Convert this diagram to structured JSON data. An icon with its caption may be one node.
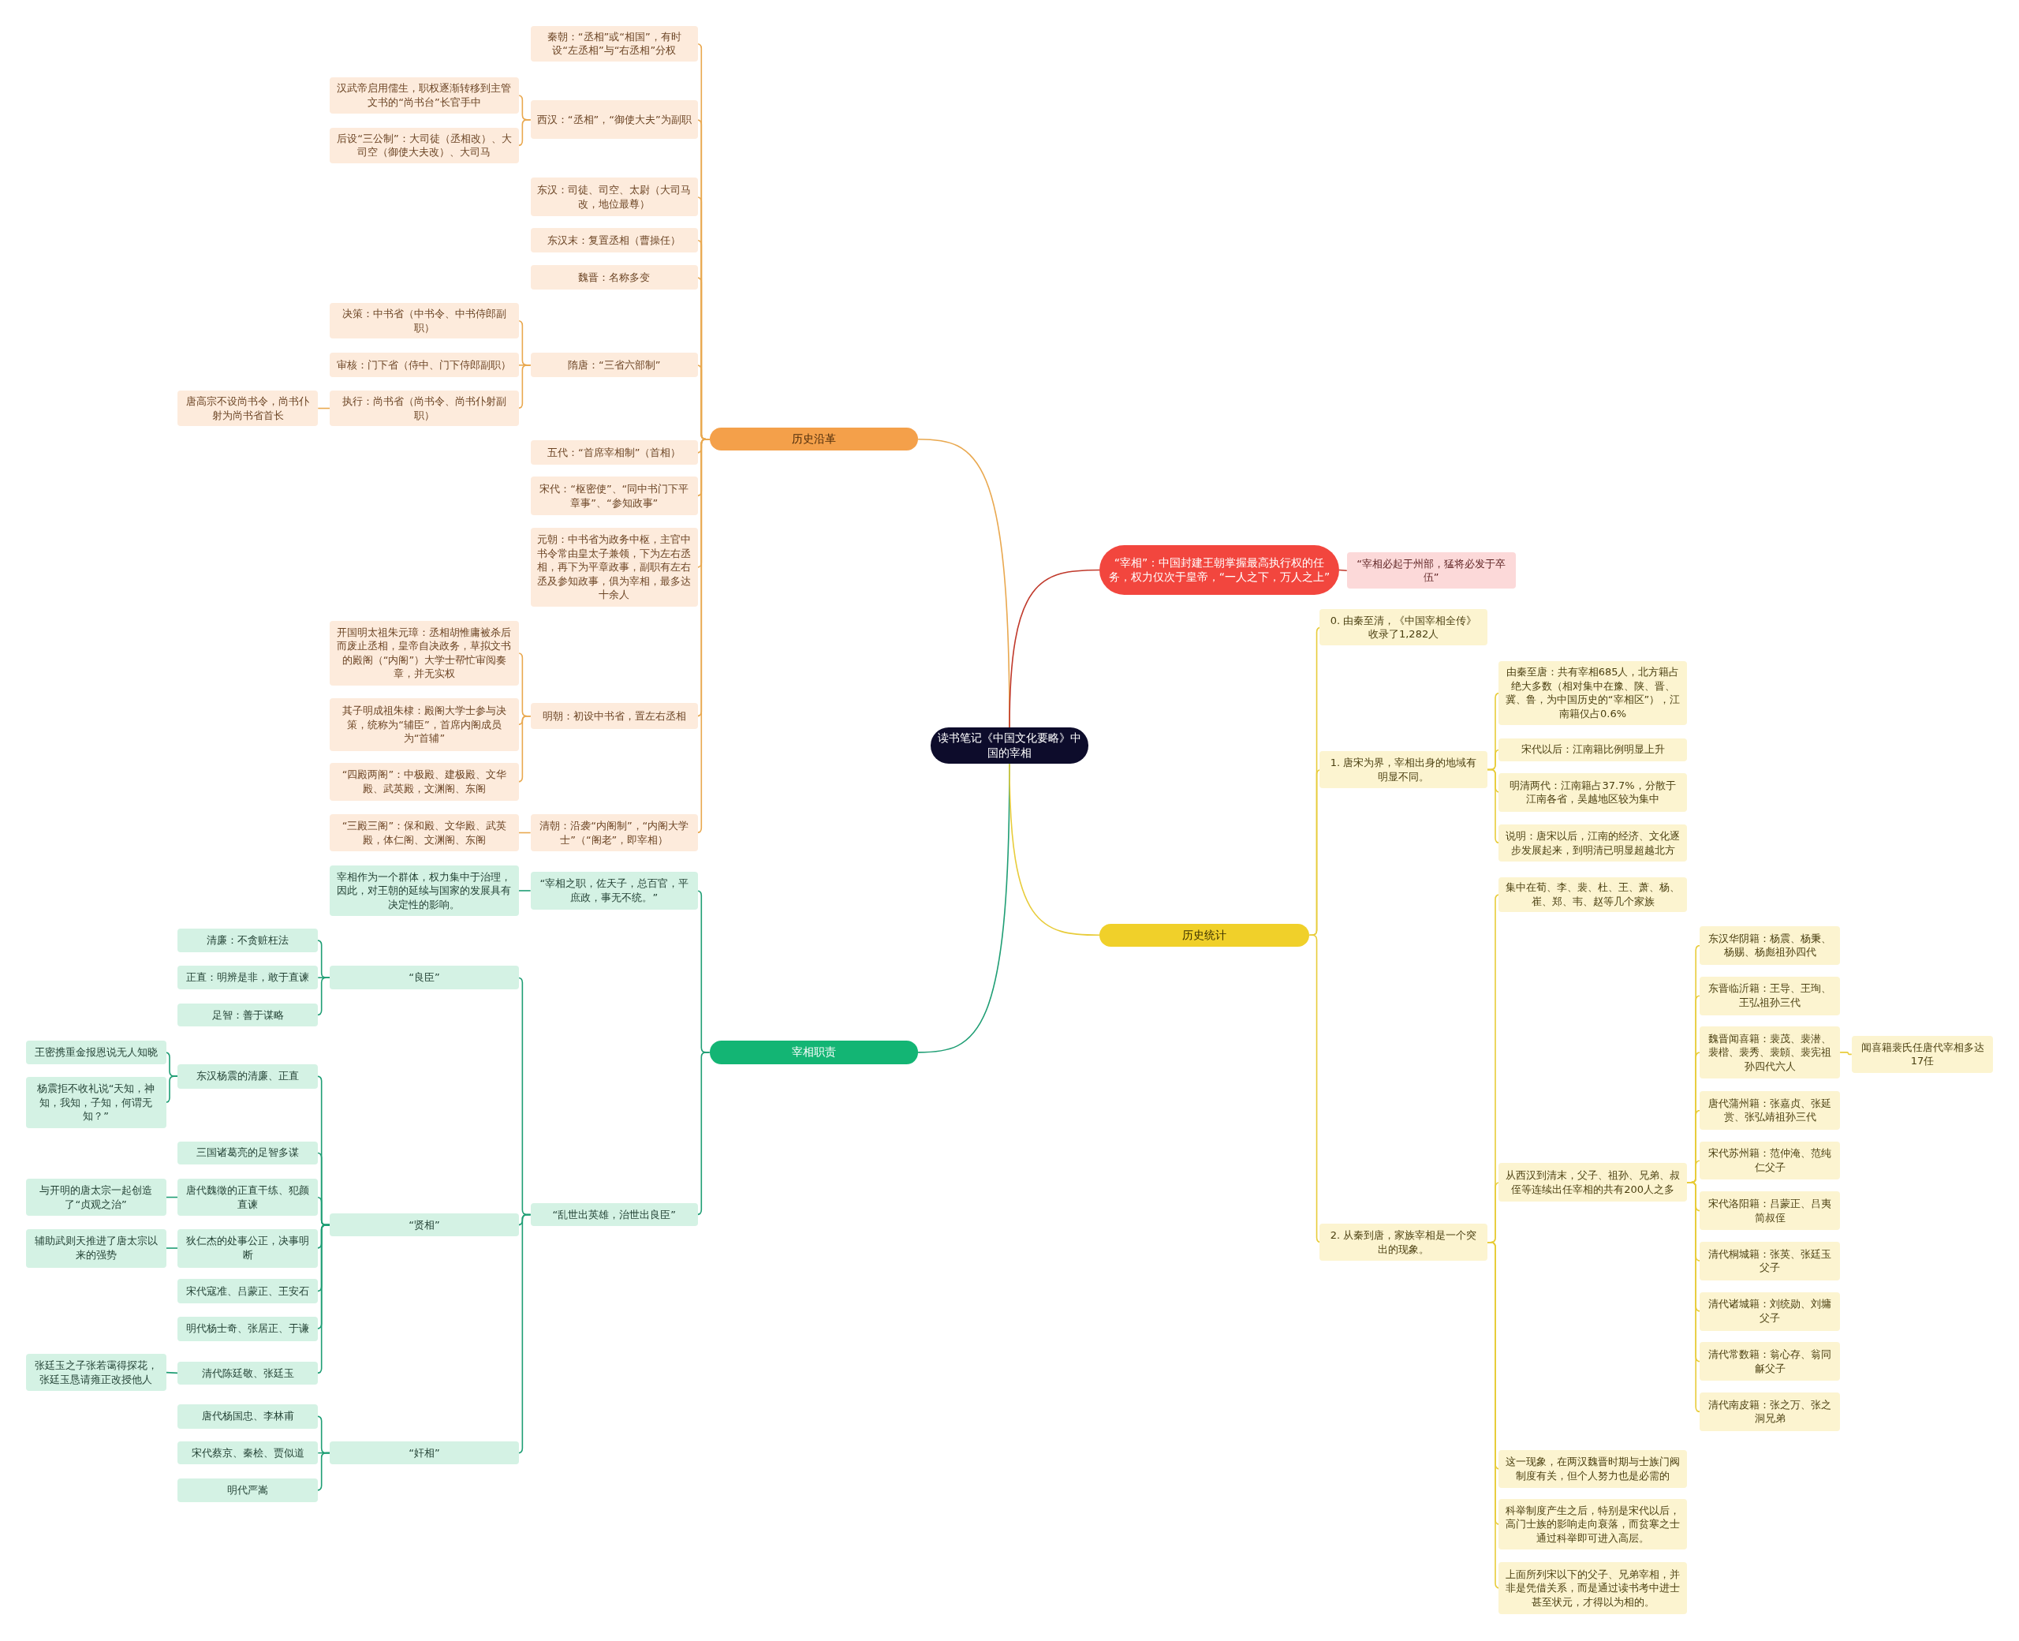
{
  "diagram": {
    "nodes": [
      {
        "text": [
          "读书笔记《中国文化要略》中国的宰相"
        ]
      },
      {
        "text": [
          "历史沿革"
        ]
      },
      {
        "text": [
          "秦朝：“丞相”或“相国”，有时设“左丞相”与“右丞相”分权"
        ]
      },
      {
        "text": [
          "西汉：“丞相”，“御使大夫”为副职"
        ]
      },
      {
        "text": [
          "汉武帝启用儒生，职权逐渐转移到主管文书的“尚书台”长官手中"
        ]
      },
      {
        "text": [
          "后设“三公制”：大司徒（丞相改）、大司空（御使大夫改）、大司马"
        ]
      },
      {
        "text": [
          "东汉：司徒、司空、太尉（大司马改，地位最尊）"
        ]
      },
      {
        "text": [
          "东汉末：复置丞相（曹操任）"
        ]
      },
      {
        "text": [
          "魏晋：名称多变"
        ]
      },
      {
        "text": [
          "隋唐：“三省六部制”"
        ]
      },
      {
        "text": [
          "决策：中书省（中书令、中书侍郎副职）"
        ]
      },
      {
        "text": [
          "审核：门下省（侍中、门下侍郎副职）"
        ]
      },
      {
        "text": [
          "执行：尚书省（尚书令、尚书仆射副职）"
        ]
      },
      {
        "text": [
          "唐高宗不设尚书令，尚书仆射为尚书省首长"
        ]
      },
      {
        "text": [
          "五代：“首席宰相制”（首相）"
        ]
      },
      {
        "text": [
          "宋代：“枢密使”、“同中书门下平章事”、“参知政事”"
        ]
      },
      {
        "text": [
          "元朝：中书省为政务中枢，主官中书令常由皇太子兼领，下为左右丞相，再下为平章政事，副职有左右丞及参知政事，俱为宰相，最多达十余人"
        ]
      },
      {
        "text": [
          "明朝：初设中书省，置左右丞相"
        ]
      },
      {
        "text": [
          "开国明太祖朱元璋：丞相胡惟庸被杀后而废止丞相，皇帝自决政务，草拟文书的殿阁（“内阁”）大学士帮忙审阅奏章，并无实权"
        ]
      },
      {
        "text": [
          "其子明成祖朱棣：殿阁大学士参与决策，统称为“辅臣”，首席内阁成员为“首辅”"
        ]
      },
      {
        "text": [
          "“四殿两阁”：中极殿、建极殿、文华殿、武英殿，文渊阁、东阁"
        ]
      },
      {
        "text": [
          "清朝：沿袭“内阁制”，“内阁大学士”（“阁老”，即宰相）"
        ]
      },
      {
        "text": [
          "“三殿三阁”：保和殿、文华殿、武英殿，体仁阁、文渊阁、东阁"
        ]
      },
      {
        "text": [
          "宰相职责"
        ]
      },
      {
        "text": [
          "“宰相之职，佐天子，总百官，平庶政，事无不统。”"
        ]
      },
      {
        "text": [
          "宰相作为一个群体，权力集中于治理，因此，对王朝的延续与国家的发展具有决定性的影响。"
        ]
      },
      {
        "text": [
          "“乱世出英雄，治世出良臣”"
        ]
      },
      {
        "text": [
          "“良臣”"
        ]
      },
      {
        "text": [
          "清廉：不贪赃枉法"
        ]
      },
      {
        "text": [
          "正直：明辨是非，敢于直谏"
        ]
      },
      {
        "text": [
          "足智：善于谋略"
        ]
      },
      {
        "text": [
          "“贤相”"
        ]
      },
      {
        "text": [
          "东汉杨震的清廉、正直"
        ]
      },
      {
        "text": [
          "王密携重金报恩说无人知晓"
        ]
      },
      {
        "text": [
          "杨震拒不收礼说“天知，神知，我知，子知，何谓无知？”"
        ]
      },
      {
        "text": [
          "三国诸葛亮的足智多谋"
        ]
      },
      {
        "text": [
          "唐代魏徵的正直干练、犯颜直谏"
        ]
      },
      {
        "text": [
          "与开明的唐太宗一起创造了“贞观之治”"
        ]
      },
      {
        "text": [
          "狄仁杰的处事公正，决事明断"
        ]
      },
      {
        "text": [
          "辅助武则天推进了唐太宗以来的强势"
        ]
      },
      {
        "text": [
          "宋代寇准、吕蒙正、王安石"
        ]
      },
      {
        "text": [
          "明代杨士奇、张居正、于谦"
        ]
      },
      {
        "text": [
          "清代陈廷敬、张廷玉"
        ]
      },
      {
        "text": [
          "张廷玉之子张若霭得探花，张廷玉恳请雍正改授他人"
        ]
      },
      {
        "text": [
          "“奸相”"
        ]
      },
      {
        "text": [
          "唐代杨国忠、李林甫"
        ]
      },
      {
        "text": [
          "宋代蔡京、秦桧、贾似道"
        ]
      },
      {
        "text": [
          "明代严嵩"
        ]
      },
      {
        "text": [
          "“宰相”：中国封建王朝掌握最高执行权的任务，权力仅次于皇帝，“一人之下，万人之上”"
        ]
      },
      {
        "text": [
          "“宰相必起于州部，猛将必发于卒伍”"
        ]
      },
      {
        "text": [
          "历史统计"
        ]
      },
      {
        "text": [
          "0. 由秦至清，《中国宰相全传》收录了1,282人"
        ]
      },
      {
        "text": [
          "1. 唐宋为界，宰相出身的地域有明显不同。"
        ]
      },
      {
        "text": [
          "由秦至唐：共有宰相685人，北方籍占绝大多数（相对集中在豫、陕、晋、冀、鲁，为中国历史的“宰相区”），江南籍仅占0.6%"
        ]
      },
      {
        "text": [
          "宋代以后：江南籍比例明显上升"
        ]
      },
      {
        "text": [
          "明清两代：江南籍占37.7%，分散于江南各省，吴越地区较为集中"
        ]
      },
      {
        "text": [
          "说明：唐宋以后，江南的经济、文化逐步发展起来，到明清已明显超越北方"
        ]
      },
      {
        "text": [
          "2. 从秦到唐，家族宰相是一个突出的现象。"
        ]
      },
      {
        "text": [
          "集中在荀、李、裴、杜、王、萧、杨、崔、郑、韦、赵等几个家族"
        ]
      },
      {
        "text": [
          "从西汉到清末，父子、祖孙、兄弟、叔侄等连续出任宰相的共有200人之多"
        ]
      },
      {
        "text": [
          "东汉华阴籍：杨震、杨秉、杨赐、杨彪祖孙四代"
        ]
      },
      {
        "text": [
          "东晋临沂籍：王导、王珣、王弘祖孙三代"
        ]
      },
      {
        "text": [
          "魏晋闻喜籍：裴茂、裴潜、裴楷、裴秀、裴頠、裴宪祖孙四代六人"
        ]
      },
      {
        "text": [
          "闻喜籍裴氏任唐代宰相多达17任"
        ]
      },
      {
        "text": [
          "唐代蒲州籍：张嘉贞、张延赏、张弘靖祖孙三代"
        ]
      },
      {
        "text": [
          "宋代苏州籍：范仲淹、范纯仁父子"
        ]
      },
      {
        "text": [
          "宋代洛阳籍：吕蒙正、吕夷简叔侄"
        ]
      },
      {
        "text": [
          "清代桐城籍：张英、张廷玉父子"
        ]
      },
      {
        "text": [
          "清代诸城籍：刘统勋、刘墉父子"
        ]
      },
      {
        "text": [
          "清代常数籍：翁心存、翁同龢父子"
        ]
      },
      {
        "text": [
          "清代南皮籍：张之万、张之洞兄弟"
        ]
      },
      {
        "text": [
          "这一现象，在两汉魏晋时期与士族门阀制度有关，但个人努力也是必需的"
        ]
      },
      {
        "text": [
          "科举制度产生之后，特别是宋代以后，高门士族的影响走向衰落，而贫寒之士通过科举即可进入高层。"
        ]
      },
      {
        "text": [
          "上面所列宋以下的父子、兄弟宰相，并非是凭借关系，而是通过读书考中进士甚至状元，才得以为相的。"
        ]
      }
    ],
    "edges": [
      {
        "from": 0,
        "to": 1,
        "arrow": "none",
        "color": "#e9a84f"
      },
      {
        "from": 0,
        "to": 23,
        "arrow": "none",
        "color": "#1f9e74"
      },
      {
        "from": 0,
        "to": 48,
        "arrow": "none",
        "color": "#c0392b"
      },
      {
        "from": 0,
        "to": 50,
        "arrow": "none",
        "color": "#e8cc3a"
      },
      {
        "from": 48,
        "to": 49,
        "arrow": "none",
        "color": "#c0392b"
      },
      {
        "from": 1,
        "to": 2,
        "arrow": "none",
        "color": "#e9a84f"
      },
      {
        "from": 1,
        "to": 3,
        "arrow": "none",
        "color": "#e9a84f"
      },
      {
        "from": 1,
        "to": 6,
        "arrow": "none",
        "color": "#e9a84f"
      },
      {
        "from": 1,
        "to": 7,
        "arrow": "none",
        "color": "#e9a84f"
      },
      {
        "from": 1,
        "to": 8,
        "arrow": "none",
        "color": "#e9a84f"
      },
      {
        "from": 1,
        "to": 9,
        "arrow": "none",
        "color": "#e9a84f"
      },
      {
        "from": 1,
        "to": 14,
        "arrow": "none",
        "color": "#e9a84f"
      },
      {
        "from": 1,
        "to": 15,
        "arrow": "none",
        "color": "#e9a84f"
      },
      {
        "from": 1,
        "to": 16,
        "arrow": "none",
        "color": "#e9a84f"
      },
      {
        "from": 1,
        "to": 17,
        "arrow": "none",
        "color": "#e9a84f"
      },
      {
        "from": 1,
        "to": 21,
        "arrow": "none",
        "color": "#e9a84f"
      },
      {
        "from": 3,
        "to": 4,
        "arrow": "none",
        "color": "#e9a84f"
      },
      {
        "from": 3,
        "to": 5,
        "arrow": "none",
        "color": "#e9a84f"
      },
      {
        "from": 9,
        "to": 10,
        "arrow": "none",
        "color": "#e9a84f"
      },
      {
        "from": 9,
        "to": 11,
        "arrow": "none",
        "color": "#e9a84f"
      },
      {
        "from": 9,
        "to": 12,
        "arrow": "none",
        "color": "#e9a84f"
      },
      {
        "from": 12,
        "to": 13,
        "arrow": "none",
        "color": "#e9a84f"
      },
      {
        "from": 17,
        "to": 18,
        "arrow": "none",
        "color": "#e9a84f"
      },
      {
        "from": 17,
        "to": 19,
        "arrow": "none",
        "color": "#e9a84f"
      },
      {
        "from": 17,
        "to": 20,
        "arrow": "none",
        "color": "#e9a84f"
      },
      {
        "from": 21,
        "to": 22,
        "arrow": "none",
        "color": "#e9a84f"
      },
      {
        "from": 23,
        "to": 24,
        "arrow": "none",
        "color": "#1f9e74"
      },
      {
        "from": 23,
        "to": 26,
        "arrow": "none",
        "color": "#1f9e74"
      },
      {
        "from": 24,
        "to": 25,
        "arrow": "none",
        "color": "#1f9e74"
      },
      {
        "from": 26,
        "to": 27,
        "arrow": "none",
        "color": "#1f9e74"
      },
      {
        "from": 26,
        "to": 31,
        "arrow": "none",
        "color": "#1f9e74"
      },
      {
        "from": 26,
        "to": 44,
        "arrow": "none",
        "color": "#1f9e74"
      },
      {
        "from": 27,
        "to": 28,
        "arrow": "none",
        "color": "#1f9e74"
      },
      {
        "from": 27,
        "to": 29,
        "arrow": "none",
        "color": "#1f9e74"
      },
      {
        "from": 27,
        "to": 30,
        "arrow": "none",
        "color": "#1f9e74"
      },
      {
        "from": 31,
        "to": 32,
        "arrow": "none",
        "color": "#1f9e74"
      },
      {
        "from": 31,
        "to": 35,
        "arrow": "none",
        "color": "#1f9e74"
      },
      {
        "from": 31,
        "to": 36,
        "arrow": "none",
        "color": "#1f9e74"
      },
      {
        "from": 31,
        "to": 38,
        "arrow": "none",
        "color": "#1f9e74"
      },
      {
        "from": 31,
        "to": 40,
        "arrow": "none",
        "color": "#1f9e74"
      },
      {
        "from": 31,
        "to": 41,
        "arrow": "none",
        "color": "#1f9e74"
      },
      {
        "from": 31,
        "to": 42,
        "arrow": "none",
        "color": "#1f9e74"
      },
      {
        "from": 32,
        "to": 33,
        "arrow": "none",
        "color": "#1f9e74"
      },
      {
        "from": 32,
        "to": 34,
        "arrow": "none",
        "color": "#1f9e74"
      },
      {
        "from": 36,
        "to": 37,
        "arrow": "none",
        "color": "#1f9e74"
      },
      {
        "from": 38,
        "to": 39,
        "arrow": "none",
        "color": "#1f9e74"
      },
      {
        "from": 42,
        "to": 43,
        "arrow": "none",
        "color": "#1f9e74"
      },
      {
        "from": 44,
        "to": 45,
        "arrow": "none",
        "color": "#1f9e74"
      },
      {
        "from": 44,
        "to": 46,
        "arrow": "none",
        "color": "#1f9e74"
      },
      {
        "from": 44,
        "to": 47,
        "arrow": "none",
        "color": "#1f9e74"
      },
      {
        "from": 50,
        "to": 51,
        "arrow": "none",
        "color": "#e8cc3a"
      },
      {
        "from": 50,
        "to": 52,
        "arrow": "none",
        "color": "#e8cc3a"
      },
      {
        "from": 50,
        "to": 57,
        "arrow": "none",
        "color": "#e8cc3a"
      },
      {
        "from": 52,
        "to": 53,
        "arrow": "none",
        "color": "#e8cc3a"
      },
      {
        "from": 52,
        "to": 54,
        "arrow": "none",
        "color": "#e8cc3a"
      },
      {
        "from": 52,
        "to": 55,
        "arrow": "none",
        "color": "#e8cc3a"
      },
      {
        "from": 52,
        "to": 56,
        "arrow": "none",
        "color": "#e8cc3a"
      },
      {
        "from": 57,
        "to": 58,
        "arrow": "none",
        "color": "#e8cc3a"
      },
      {
        "from": 57,
        "to": 59,
        "arrow": "none",
        "color": "#e8cc3a"
      },
      {
        "from": 57,
        "to": 71,
        "arrow": "none",
        "color": "#e8cc3a"
      },
      {
        "from": 57,
        "to": 72,
        "arrow": "none",
        "color": "#e8cc3a"
      },
      {
        "from": 57,
        "to": 73,
        "arrow": "none",
        "color": "#e8cc3a"
      },
      {
        "from": 59,
        "to": 60,
        "arrow": "none",
        "color": "#e8cc3a"
      },
      {
        "from": 59,
        "to": 61,
        "arrow": "none",
        "color": "#e8cc3a"
      },
      {
        "from": 59,
        "to": 62,
        "arrow": "none",
        "color": "#e8cc3a"
      },
      {
        "from": 59,
        "to": 64,
        "arrow": "none",
        "color": "#e8cc3a"
      },
      {
        "from": 59,
        "to": 65,
        "arrow": "none",
        "color": "#e8cc3a"
      },
      {
        "from": 59,
        "to": 66,
        "arrow": "none",
        "color": "#e8cc3a"
      },
      {
        "from": 59,
        "to": 67,
        "arrow": "none",
        "color": "#e8cc3a"
      },
      {
        "from": 59,
        "to": 68,
        "arrow": "none",
        "color": "#e8cc3a"
      },
      {
        "from": 59,
        "to": 69,
        "arrow": "none",
        "color": "#e8cc3a"
      },
      {
        "from": 59,
        "to": 70,
        "arrow": "none",
        "color": "#e8cc3a"
      },
      {
        "from": 62,
        "to": 63,
        "arrow": "none",
        "color": "#e8cc3a"
      }
    ]
  }
}
